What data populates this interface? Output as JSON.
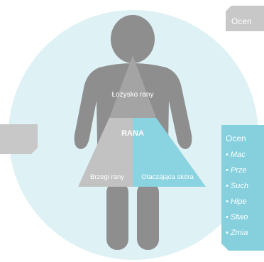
{
  "diagram": {
    "center_label": "RANA",
    "segments": {
      "wound_bed": "Łożysko rany",
      "wound_edge": "Brzegi rany",
      "periwound_skin": "Otaczająca skóra"
    },
    "top_right_card": "Ocen",
    "right_panel": {
      "title": "Ocen",
      "items": [
        "• Mac",
        "• Prze",
        "• Such",
        "• Hipe",
        "• Stwo",
        "• Zmia"
      ]
    }
  },
  "colors": {
    "circle_bg": "#def1f4",
    "figure": "#8e8e8e",
    "segment_top": "#a4a4a4",
    "segment_left": "#c2c2c2",
    "segment_right": "#8ad3e1",
    "card_gray": "#c8c8c8",
    "panel_blue": "#86d0de",
    "panel_text": "#ffffff"
  }
}
